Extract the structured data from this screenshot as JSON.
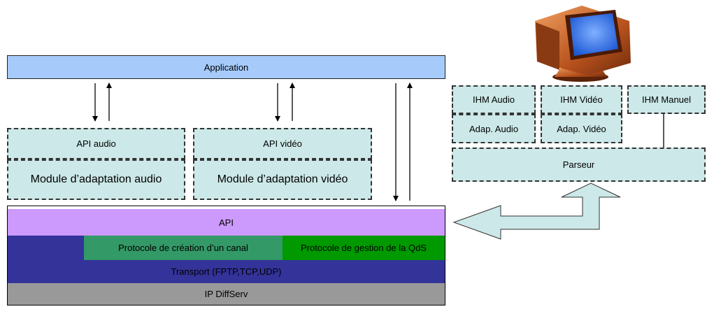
{
  "application": "Application",
  "modules": {
    "api_audio": "API audio",
    "module_audio": "Module d’adaptation audio",
    "api_video": "API vidéo",
    "module_video": "Module d’adaptation vidéo"
  },
  "ihm": {
    "audio": "IHM Audio",
    "video": "IHM Vidéo",
    "manuel": "IHM Manuel",
    "adap_audio": "Adap. Audio",
    "adap_video": "Adap. Vidéo",
    "parseur": "Parseur"
  },
  "stack": {
    "api": "API",
    "protocole_canal": "Protocole de création d’un canal",
    "protocole_qds": "Protocole de gestion de la QdS",
    "transport": "Transport (FPTP,TCP,UDP)",
    "ip": "IP DiffServ"
  },
  "colors": {
    "application": "#a6cbfb",
    "module": "#cce8e8",
    "api": "#cc99fc",
    "transport": "#333399",
    "canal": "#339966",
    "qds": "#009900",
    "ip": "#999999"
  }
}
